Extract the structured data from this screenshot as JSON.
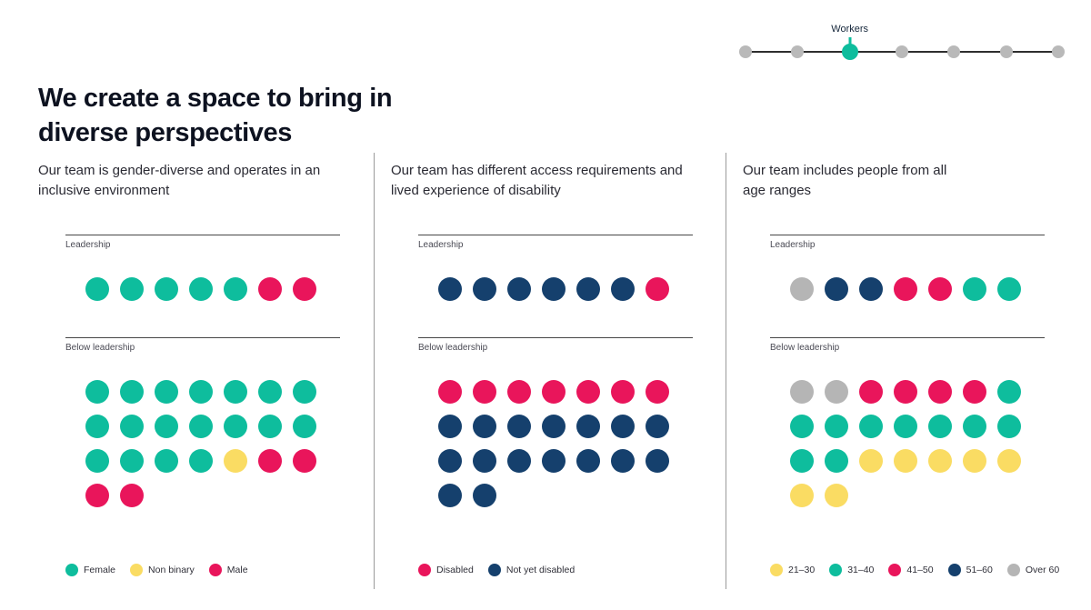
{
  "colors": {
    "teal": "#0EBD9D",
    "yellow": "#FADC63",
    "red": "#E9155B",
    "navy": "#15406D",
    "gray": "#B5B5B5",
    "accent": "#0EBD9D"
  },
  "stepper": {
    "label": "Workers",
    "steps": [
      {
        "active": false
      },
      {
        "active": false
      },
      {
        "active": true
      },
      {
        "active": false
      },
      {
        "active": false
      },
      {
        "active": false
      },
      {
        "active": false
      }
    ]
  },
  "title_lines": [
    "We create a space to bring in",
    "diverse perspectives"
  ],
  "panels": [
    {
      "subtitle_lines": [
        "Our team is gender-diverse and operates in an",
        "inclusive environment"
      ],
      "sections": [
        {
          "label": "Leadership",
          "rows": [
            [
              "teal",
              "teal",
              "teal",
              "teal",
              "teal",
              "red",
              "red"
            ]
          ]
        },
        {
          "label": "Below leadership",
          "rows": [
            [
              "teal",
              "teal",
              "teal",
              "teal",
              "teal",
              "teal",
              "teal"
            ],
            [
              "teal",
              "teal",
              "teal",
              "teal",
              "teal",
              "teal",
              "teal"
            ],
            [
              "teal",
              "teal",
              "teal",
              "teal",
              "yellow",
              "red",
              "red"
            ],
            [
              "red",
              "red"
            ]
          ]
        }
      ],
      "legend": [
        {
          "color": "teal",
          "label": "Female"
        },
        {
          "color": "yellow",
          "label": "Non binary"
        },
        {
          "color": "red",
          "label": "Male"
        }
      ]
    },
    {
      "subtitle_lines": [
        "Our team has different access requirements and",
        "lived experience of disability"
      ],
      "sections": [
        {
          "label": "Leadership",
          "rows": [
            [
              "navy",
              "navy",
              "navy",
              "navy",
              "navy",
              "navy",
              "red"
            ]
          ]
        },
        {
          "label": "Below leadership",
          "rows": [
            [
              "red",
              "red",
              "red",
              "red",
              "red",
              "red",
              "red"
            ],
            [
              "navy",
              "navy",
              "navy",
              "navy",
              "navy",
              "navy",
              "navy"
            ],
            [
              "navy",
              "navy",
              "navy",
              "navy",
              "navy",
              "navy",
              "navy"
            ],
            [
              "navy",
              "navy"
            ]
          ]
        }
      ],
      "legend": [
        {
          "color": "red",
          "label": "Disabled"
        },
        {
          "color": "navy",
          "label": "Not yet disabled"
        }
      ]
    },
    {
      "subtitle_lines": [
        "Our team includes people from all",
        "age ranges"
      ],
      "sections": [
        {
          "label": "Leadership",
          "rows": [
            [
              "gray",
              "navy",
              "navy",
              "red",
              "red",
              "teal",
              "teal"
            ]
          ]
        },
        {
          "label": "Below leadership",
          "rows": [
            [
              "gray",
              "gray",
              "red",
              "red",
              "red",
              "red",
              "teal"
            ],
            [
              "teal",
              "teal",
              "teal",
              "teal",
              "teal",
              "teal",
              "teal"
            ],
            [
              "teal",
              "teal",
              "yellow",
              "yellow",
              "yellow",
              "yellow",
              "yellow"
            ],
            [
              "yellow",
              "yellow"
            ]
          ]
        }
      ],
      "legend": [
        {
          "color": "yellow",
          "label": "21–30"
        },
        {
          "color": "teal",
          "label": "31–40"
        },
        {
          "color": "red",
          "label": "41–50"
        },
        {
          "color": "navy",
          "label": "51–60"
        },
        {
          "color": "gray",
          "label": "Over 60"
        }
      ]
    }
  ],
  "chart_data": [
    {
      "type": "pictogram",
      "title": "Our team is gender-diverse and operates in an inclusive environment",
      "legend": [
        "Female",
        "Non binary",
        "Male"
      ],
      "groups": [
        {
          "label": "Leadership",
          "counts": {
            "Female": 5,
            "Non binary": 0,
            "Male": 2
          }
        },
        {
          "label": "Below leadership",
          "counts": {
            "Female": 18,
            "Non binary": 1,
            "Male": 4
          }
        }
      ]
    },
    {
      "type": "pictogram",
      "title": "Our team has different access requirements and lived experience of disability",
      "legend": [
        "Disabled",
        "Not yet disabled"
      ],
      "groups": [
        {
          "label": "Leadership",
          "counts": {
            "Disabled": 1,
            "Not yet disabled": 6
          }
        },
        {
          "label": "Below leadership",
          "counts": {
            "Disabled": 7,
            "Not yet disabled": 16
          }
        }
      ]
    },
    {
      "type": "pictogram",
      "title": "Our team includes people from all age ranges",
      "legend": [
        "21–30",
        "31–40",
        "41–50",
        "51–60",
        "Over 60"
      ],
      "groups": [
        {
          "label": "Leadership",
          "counts": {
            "21–30": 0,
            "31–40": 2,
            "41–50": 2,
            "51–60": 2,
            "Over 60": 1
          }
        },
        {
          "label": "Below leadership",
          "counts": {
            "21–30": 7,
            "31–40": 10,
            "41–50": 4,
            "51–60": 0,
            "Over 60": 2
          }
        }
      ]
    }
  ]
}
